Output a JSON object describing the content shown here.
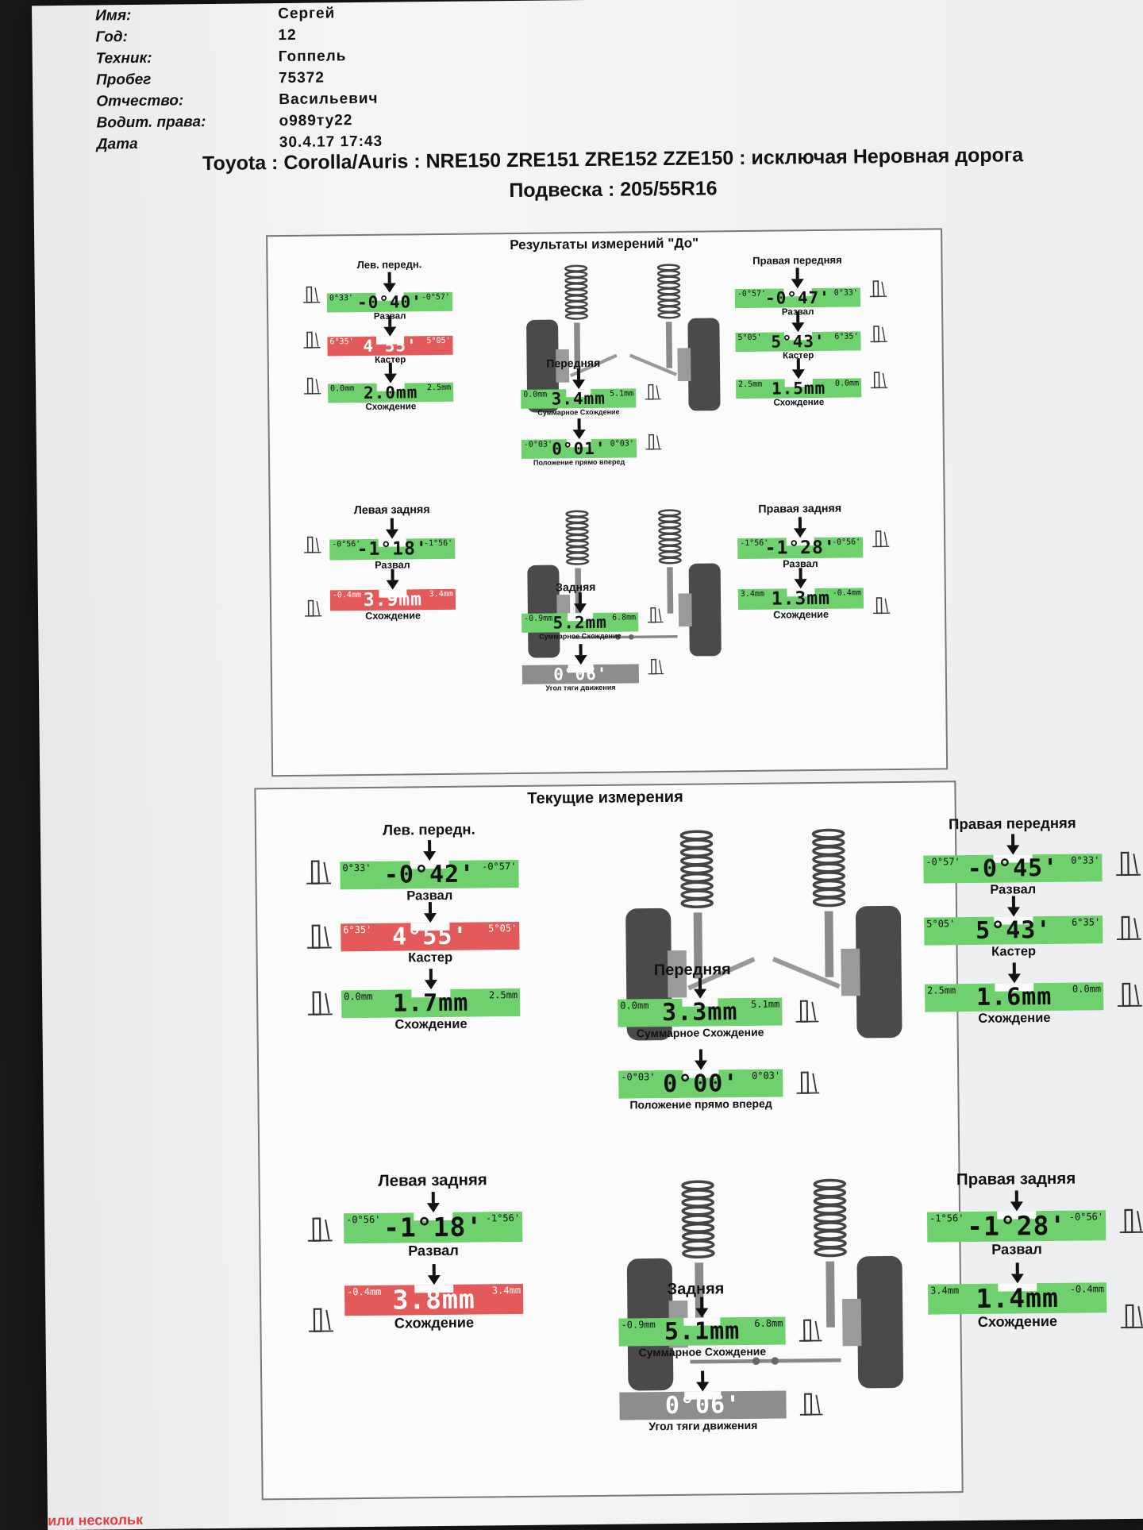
{
  "info": [
    {
      "label": "Имя:",
      "value": "Сергей"
    },
    {
      "label": "Год:",
      "value": "12"
    },
    {
      "label": "Техник:",
      "value": "Гоппель"
    },
    {
      "label": "Пробег",
      "value": "75372"
    },
    {
      "label": "Отчество:",
      "value": "Васильевич"
    },
    {
      "label": "Водит. права:",
      "value": "о989ту22"
    },
    {
      "label": "Дата",
      "value": "30.4.17 17:43"
    }
  ],
  "title_line1": "Toyota : Corolla/Auris : NRE150 ZRE151 ZRE152 ZZE150 : исключая Неровная дорога",
  "title_line2": "Подвеска : 205/55R16",
  "before": {
    "title": "Результаты измерений \"До\"",
    "lf_head": "Лев. передн.",
    "lf_camber": {
      "lo": "0°33'",
      "hi": "-0°57'",
      "value": "-0°40'",
      "status": "green",
      "label": "Развал"
    },
    "lf_caster": {
      "lo": "6°35'",
      "hi": "5°05'",
      "value": "4°55'",
      "status": "red",
      "label": "Кастер"
    },
    "lf_toe": {
      "lo": "0.0mm",
      "hi": "2.5mm",
      "value": "2.0mm",
      "status": "green",
      "label": "Схождение"
    },
    "rf_head": "Правая передняя",
    "rf_camber": {
      "lo": "-0°57'",
      "hi": "0°33'",
      "value": "-0°47'",
      "status": "green",
      "label": "Развал"
    },
    "rf_caster": {
      "lo": "5°05'",
      "hi": "6°35'",
      "value": "5°43'",
      "status": "green",
      "label": "Кастер"
    },
    "rf_toe": {
      "lo": "2.5mm",
      "hi": "0.0mm",
      "value": "1.5mm",
      "status": "green",
      "label": "Схождение"
    },
    "front_head": "Передняя",
    "front_total": {
      "lo": "0.0mm",
      "hi": "5.1mm",
      "value": "3.4mm",
      "status": "green",
      "label": "Суммарное Схождение"
    },
    "straight": {
      "lo": "-0°03'",
      "hi": "0°03'",
      "value": "0°01'",
      "status": "green",
      "label": "Положение прямо вперед"
    },
    "lr_head": "Левая задняя",
    "lr_camber": {
      "lo": "-0°56'",
      "hi": "-1°56'",
      "value": "-1°18'",
      "status": "green",
      "label": "Развал"
    },
    "lr_toe": {
      "lo": "-0.4mm",
      "hi": "3.4mm",
      "value": "3.9mm",
      "status": "red",
      "label": "Схождение"
    },
    "rr_head": "Правая задняя",
    "rr_camber": {
      "lo": "-1°56'",
      "hi": "-0°56'",
      "value": "-1°28'",
      "status": "green",
      "label": "Развал"
    },
    "rr_toe": {
      "lo": "3.4mm",
      "hi": "-0.4mm",
      "value": "1.3mm",
      "status": "green",
      "label": "Схождение"
    },
    "rear_head": "Задняя",
    "rear_total": {
      "lo": "-0.9mm",
      "hi": "6.8mm",
      "value": "5.2mm",
      "status": "green",
      "label": "Суммарное Схождение"
    },
    "thrust": {
      "value": "0°06'",
      "status": "gray",
      "label": "Угол тяги движения"
    }
  },
  "current": {
    "title": "Текущие измерения",
    "lf_head": "Лев. передн.",
    "lf_camber": {
      "lo": "0°33'",
      "hi": "-0°57'",
      "value": "-0°42'",
      "status": "green",
      "label": "Развал"
    },
    "lf_caster": {
      "lo": "6°35'",
      "hi": "5°05'",
      "value": "4°55'",
      "status": "red",
      "label": "Кастер"
    },
    "lf_toe": {
      "lo": "0.0mm",
      "hi": "2.5mm",
      "value": "1.7mm",
      "status": "green",
      "label": "Схождение"
    },
    "rf_head": "Правая передняя",
    "rf_camber": {
      "lo": "-0°57'",
      "hi": "0°33'",
      "value": "-0°45'",
      "status": "green",
      "label": "Развал"
    },
    "rf_caster": {
      "lo": "5°05'",
      "hi": "6°35'",
      "value": "5°43'",
      "status": "green",
      "label": "Кастер"
    },
    "rf_toe": {
      "lo": "2.5mm",
      "hi": "0.0mm",
      "value": "1.6mm",
      "status": "green",
      "label": "Схождение"
    },
    "front_head": "Передняя",
    "front_total": {
      "lo": "0.0mm",
      "hi": "5.1mm",
      "value": "3.3mm",
      "status": "green",
      "label": "Суммарное Схождение"
    },
    "straight": {
      "lo": "-0°03'",
      "hi": "0°03'",
      "value": "0°00'",
      "status": "green",
      "label": "Положение прямо вперед"
    },
    "lr_head": "Левая задняя",
    "lr_camber": {
      "lo": "-0°56'",
      "hi": "-1°56'",
      "value": "-1°18'",
      "status": "green",
      "label": "Развал"
    },
    "lr_toe": {
      "lo": "-0.4mm",
      "hi": "3.4mm",
      "value": "3.8mm",
      "status": "red",
      "label": "Схождение"
    },
    "rr_head": "Правая задняя",
    "rr_camber": {
      "lo": "-1°56'",
      "hi": "-0°56'",
      "value": "-1°28'",
      "status": "green",
      "label": "Развал"
    },
    "rr_toe": {
      "lo": "3.4mm",
      "hi": "-0.4mm",
      "value": "1.4mm",
      "status": "green",
      "label": "Схождение"
    },
    "rear_head": "Задняя",
    "rear_total": {
      "lo": "-0.9mm",
      "hi": "6.8mm",
      "value": "5.1mm",
      "status": "green",
      "label": "Суммарное Схождение"
    },
    "thrust": {
      "value": "0°06'",
      "status": "gray",
      "label": "Угол тяги движения"
    }
  },
  "footer_text": "или нескольк",
  "colors": {
    "green": "#6fd16e",
    "red": "#e45a5a",
    "gray": "#8d8d8d"
  }
}
